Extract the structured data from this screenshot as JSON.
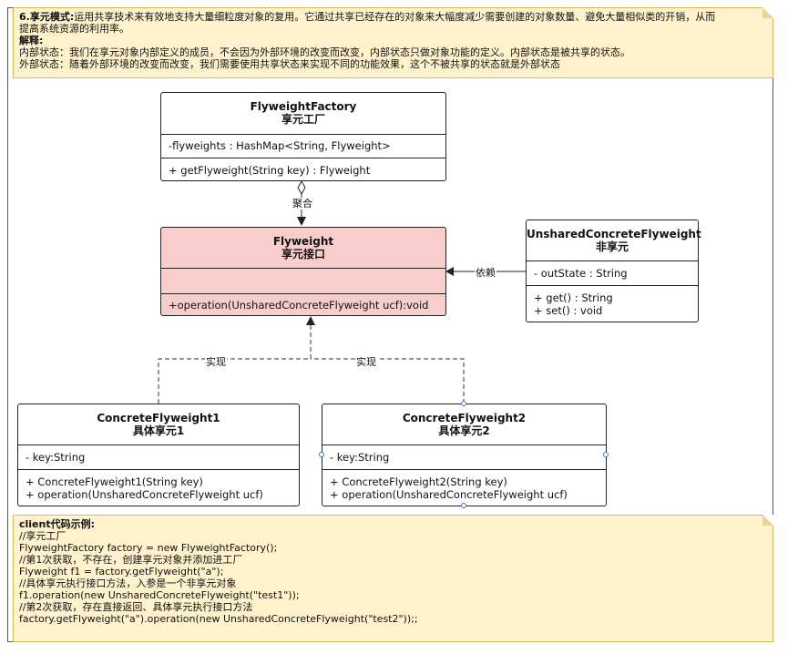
{
  "note_top": {
    "title": "6.享元模式:",
    "desc_line1": "运用共享技术来有效地支持大量细粒度对象的复用。它通过共享已经存在的对象来大幅度减少需要创建的对象数量、避免大量相似类的开销，从而",
    "desc_line2": "提高系统资源的利用率。",
    "explain_label": "解释:",
    "internal": "内部状态：我们在享元对象内部定义的成员，不会因为外部环境的改变而改变，内部状态只做对象功能的定义。内部状态是被共享的状态。",
    "external": "外部状态：随着外部环境的改变而改变，我们需要使用共享状态来实现不同的功能效果，这个不被共享的状态就是外部状态"
  },
  "classes": {
    "factory": {
      "name": "FlyweightFactory",
      "cn": "享元工厂",
      "field": "-flyweights : HashMap<String, Flyweight>",
      "method": "+ getFlyweight(String key) : Flyweight"
    },
    "flyweight": {
      "name": "Flyweight",
      "cn": "享元接口",
      "method": "+operation(UnsharedConcreteFlyweight ucf):void"
    },
    "unshared": {
      "name": "UnsharedConcreteFlyweight",
      "cn": "非享元",
      "field": "- outState : String",
      "method1": "+ get() : String",
      "method2": "+ set() : void"
    },
    "concrete1": {
      "name": "ConcreteFlyweight1",
      "cn": "具体享元1",
      "field": "- key:String",
      "method1": "+ ConcreteFlyweight1(String key)",
      "method2": "+ operation(UnsharedConcreteFlyweight ucf)"
    },
    "concrete2": {
      "name": "ConcreteFlyweight2",
      "cn": "具体享元2",
      "field": "- key:String",
      "method1": "+ ConcreteFlyweight2(String key)",
      "method2": "+ operation(UnsharedConcreteFlyweight ucf)"
    }
  },
  "edges": {
    "aggregation": "聚合",
    "dependency": "依赖",
    "realize1": "实现",
    "realize2": "实现"
  },
  "note_bottom": {
    "title": "client代码示例:",
    "lines": [
      "//享元工厂",
      "FlyweightFactory factory = new FlyweightFactory();",
      "//第1次获取，不存在，创建享元对象并添加进工厂",
      "Flyweight f1 = factory.getFlyweight(\"a\");",
      "//具体享元执行接口方法，入参是一个非享元对象",
      "f1.operation(new UnsharedConcreteFlyweight(\"test1\"));",
      "//第2次获取，存在直接返回、具体享元执行接口方法",
      "factory.getFlyweight(\"a\").operation(new UnsharedConcreteFlyweight(\"test2\"));;"
    ]
  },
  "colors": {
    "note_bg": "#fff2cc",
    "interface_bg": "#f8cecc",
    "port": "#3a7bd5"
  }
}
